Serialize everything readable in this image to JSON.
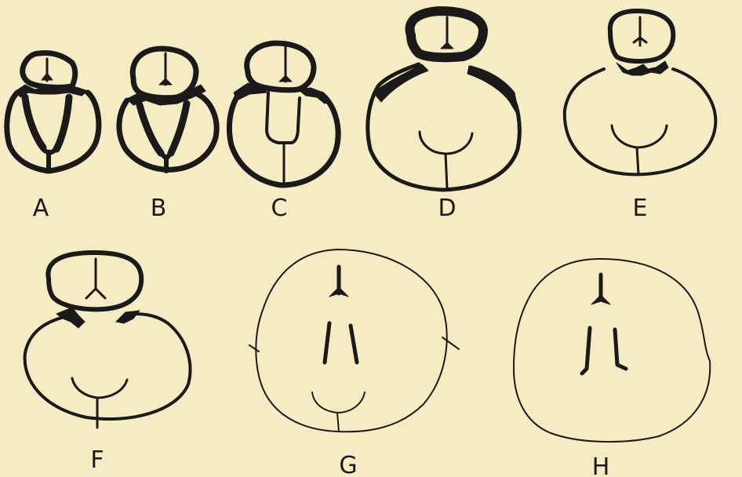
{
  "figure": {
    "background": "#f6ecc4",
    "ink": "#1a1a1a",
    "labels": [
      "A",
      "B",
      "C",
      "D",
      "E",
      "F",
      "G",
      "H"
    ]
  }
}
